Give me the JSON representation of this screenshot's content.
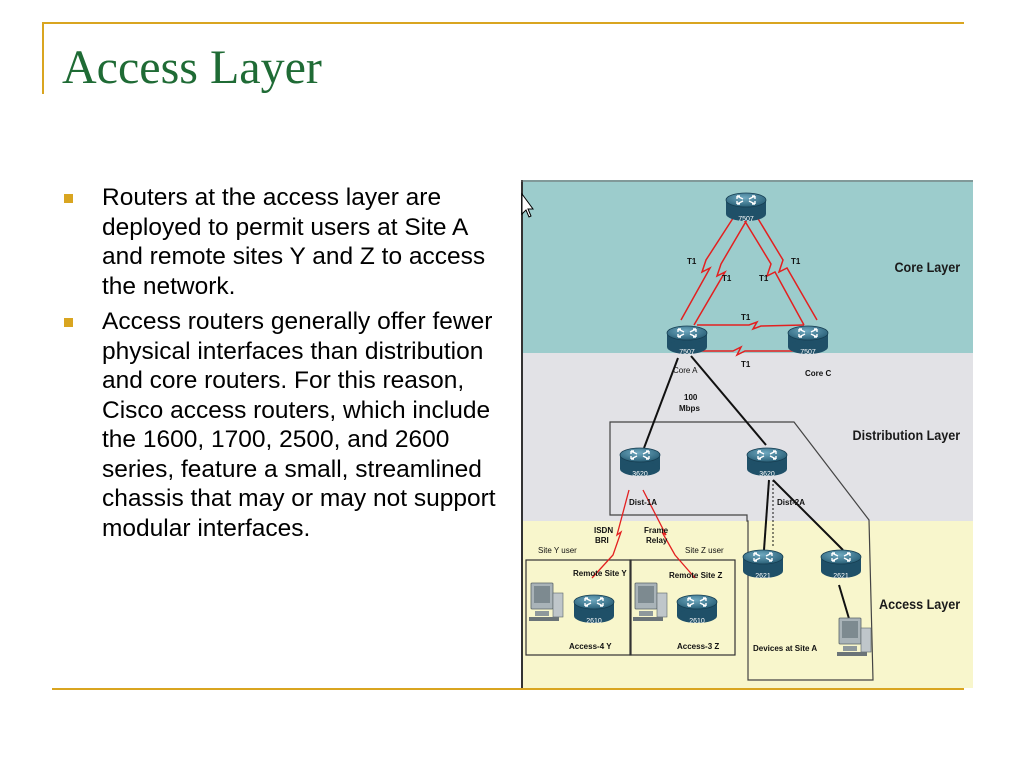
{
  "slide": {
    "title": "Access Layer",
    "bullets": [
      "Routers at the access layer are deployed to permit users at Site A and remote sites Y and Z to access the network.",
      " Access routers generally offer fewer physical interfaces than distribution and core routers. For this reason, Cisco access routers, which include the 1600, 1700, 2500, and 2600 series, feature a small, streamlined chassis that may or may not support modular interfaces."
    ]
  },
  "diagram": {
    "layers": {
      "core": "Core Layer",
      "distribution": "Distribution Layer",
      "access": "Access Layer"
    },
    "routers": {
      "top": "7507",
      "core_a": "7507",
      "core_c": "7507",
      "dist_1a": "3620",
      "dist_2a": "3620",
      "site_a_left": "2621",
      "site_a_right": "2621",
      "remote_y": "2610",
      "remote_z": "2610"
    },
    "labels": {
      "core_a": "Core A",
      "core_c": "Core C",
      "dist_1a": "Dist-1A",
      "dist_2a": "Dist-2A",
      "remote_site_y": "Remote Site Y",
      "remote_site_z": "Remote Site Z",
      "access_4y": "Access-4 Y",
      "access_3z": "Access-3 Z",
      "site_y_user": "Site Y user",
      "site_z_user": "Site Z user",
      "devices_site_a": "Devices at Site A"
    },
    "links": {
      "t1": "T1",
      "speed": "100",
      "speed_unit": "Mbps",
      "isdn": "ISDN",
      "bri": "BRI",
      "frame": "Frame",
      "relay": "Relay"
    },
    "colors": {
      "core_bg": "#9ccccc",
      "distribution_bg": "#e2e2e6",
      "access_bg": "#f8f6cc",
      "router": "#3d7f9a",
      "wan_link": "#e32020",
      "lan_link": "#111111",
      "accent": "#d9a520",
      "title": "#1f6b35"
    }
  }
}
